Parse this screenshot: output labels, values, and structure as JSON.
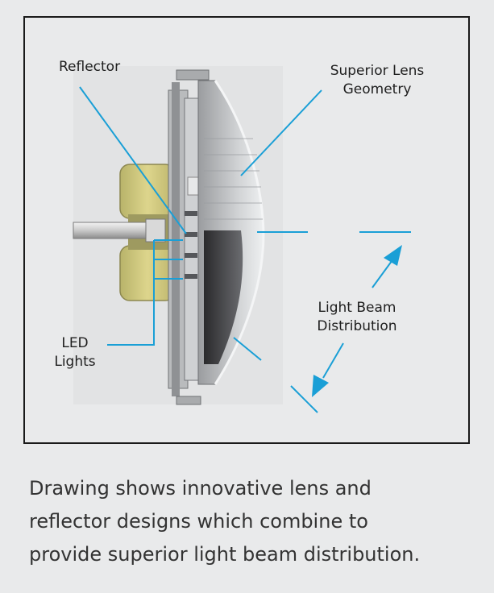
{
  "diagram": {
    "labels": {
      "reflector": "Reflector",
      "lens_line1": "Superior Lens",
      "lens_line2": "Geometry",
      "led_line1": "LED",
      "led_line2": "Lights",
      "beam_line1": "Light Beam",
      "beam_line2": "Distribution"
    },
    "colors": {
      "callout": "#1a9fd6",
      "frame": "#1a1a1a",
      "housing": "#d6cf86",
      "background": "#e9eaeb"
    }
  },
  "caption": {
    "line1": "Drawing shows innovative lens and",
    "line2": "reflector designs which combine to",
    "line3": "provide superior light beam distribution."
  }
}
